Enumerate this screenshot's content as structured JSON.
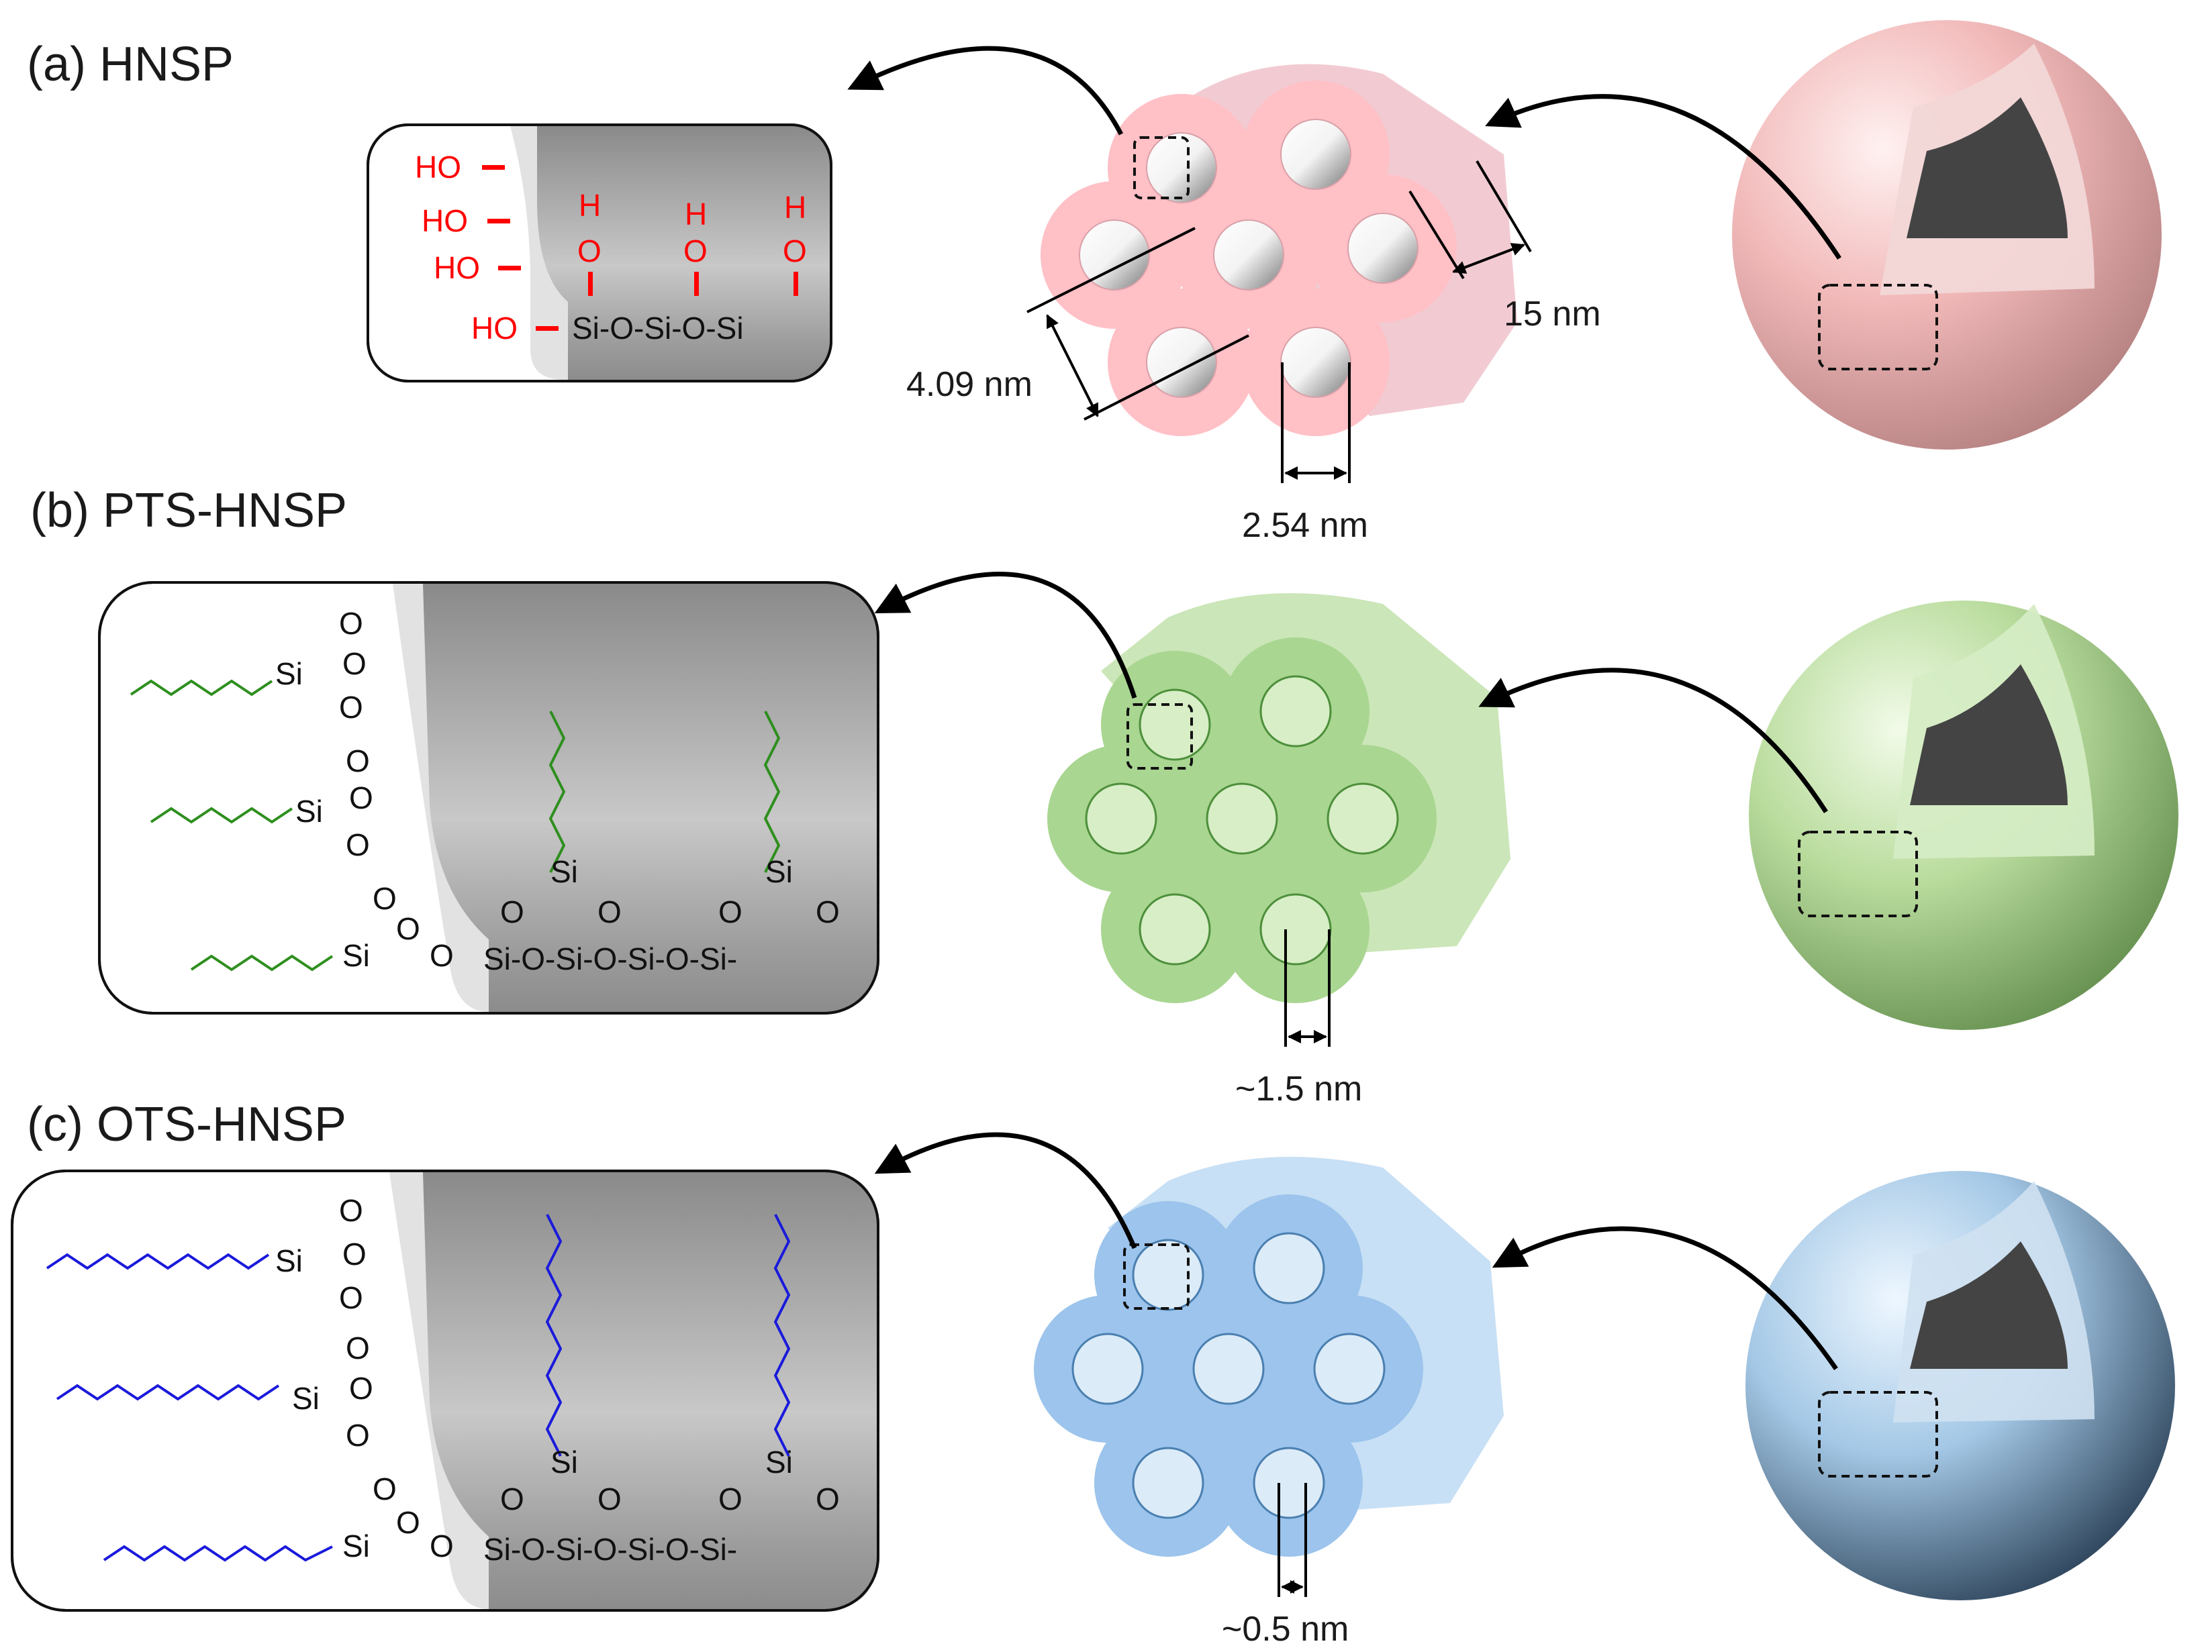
{
  "panels": [
    {
      "label": "(a) HNSP",
      "accent": "#ffc0c6",
      "chain_color": "#2e7d1e"
    },
    {
      "label": "(b) PTS-HNSP",
      "accent": "#a9d691",
      "chain_color": "#2e8f1e"
    },
    {
      "label": "(c) OTS-HNSP",
      "accent": "#9cc4ec",
      "chain_color": "#1a1adc"
    }
  ],
  "dimensions": {
    "wall_thickness": "4.09 nm",
    "particle_length": "15 nm",
    "pore_a": "2.54 nm",
    "pore_b": "~1.5 nm",
    "pore_c": "~0.5 nm"
  },
  "chem": {
    "HO": "HO",
    "H": "H",
    "O": "O",
    "Si": "Si",
    "dash": "-"
  },
  "colors": {
    "hydroxyl": "#ff0000",
    "wall_gray": "#9a9a9a",
    "coating": "#e2e2e2",
    "core": "#444444"
  }
}
